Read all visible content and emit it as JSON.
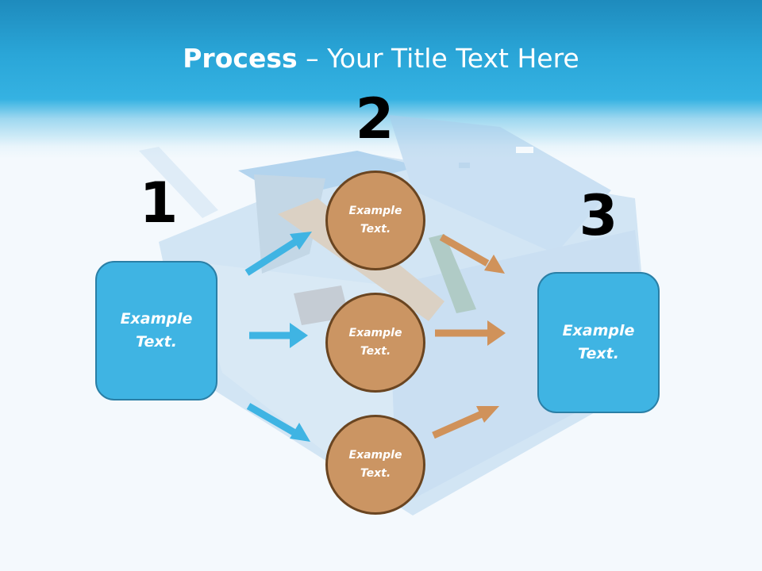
{
  "title": {
    "bold": "Process",
    "rest": " – Your Title Text Here"
  },
  "steps": [
    {
      "number": "1",
      "text": "Example Text."
    },
    {
      "number": "2",
      "items": [
        "Example Text.",
        "Example Text.",
        "Example Text."
      ]
    },
    {
      "number": "3",
      "text": "Example Text."
    }
  ],
  "colors": {
    "header": "#2aa6d8",
    "box_fill": "#3fb4e3",
    "box_border": "#2a7fa6",
    "circle_fill": "#cb9563",
    "circle_border": "#6a4521",
    "blue_arrow": "#3fb4e3",
    "orange_arrow": "#d0925a"
  }
}
